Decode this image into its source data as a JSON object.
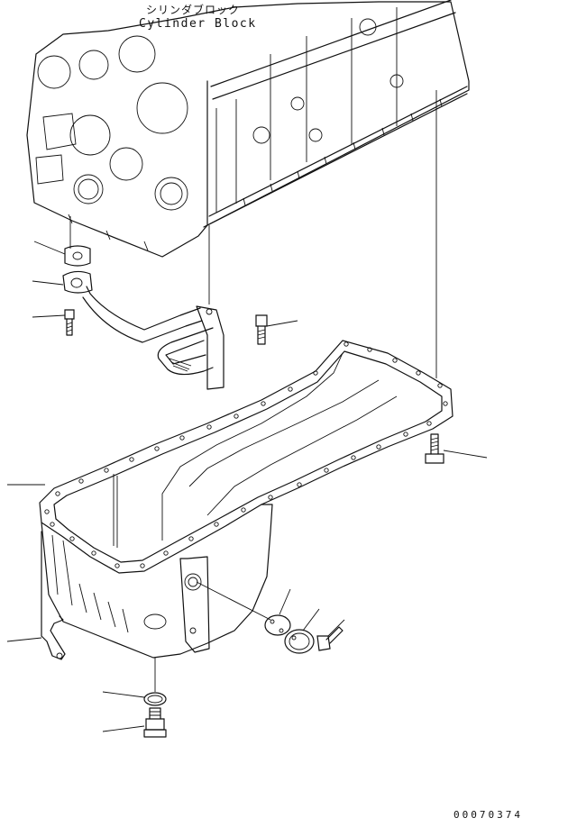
{
  "title_japanese": "シリンダブロック",
  "title_english": "Cylinder Block",
  "drawing_number": "00070374",
  "callout_count": 13
}
